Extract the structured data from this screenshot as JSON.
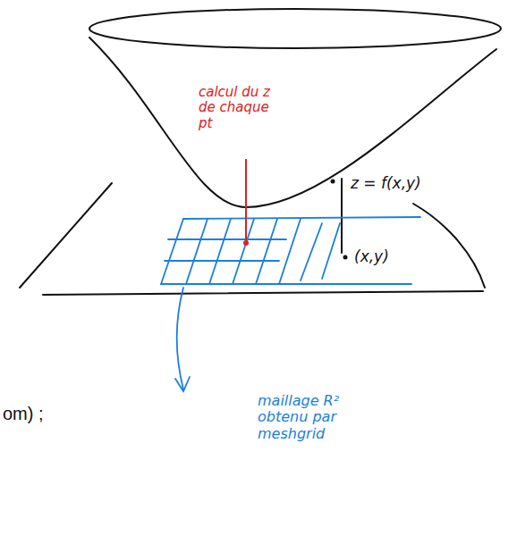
{
  "diagram": {
    "labels": [
      "calcul du z de chaque pt",
      "z = f(x,y)",
      "(x,y)",
      "maillage R² obtenu par meshgrid",
      "om) ;"
    ]
  }
}
